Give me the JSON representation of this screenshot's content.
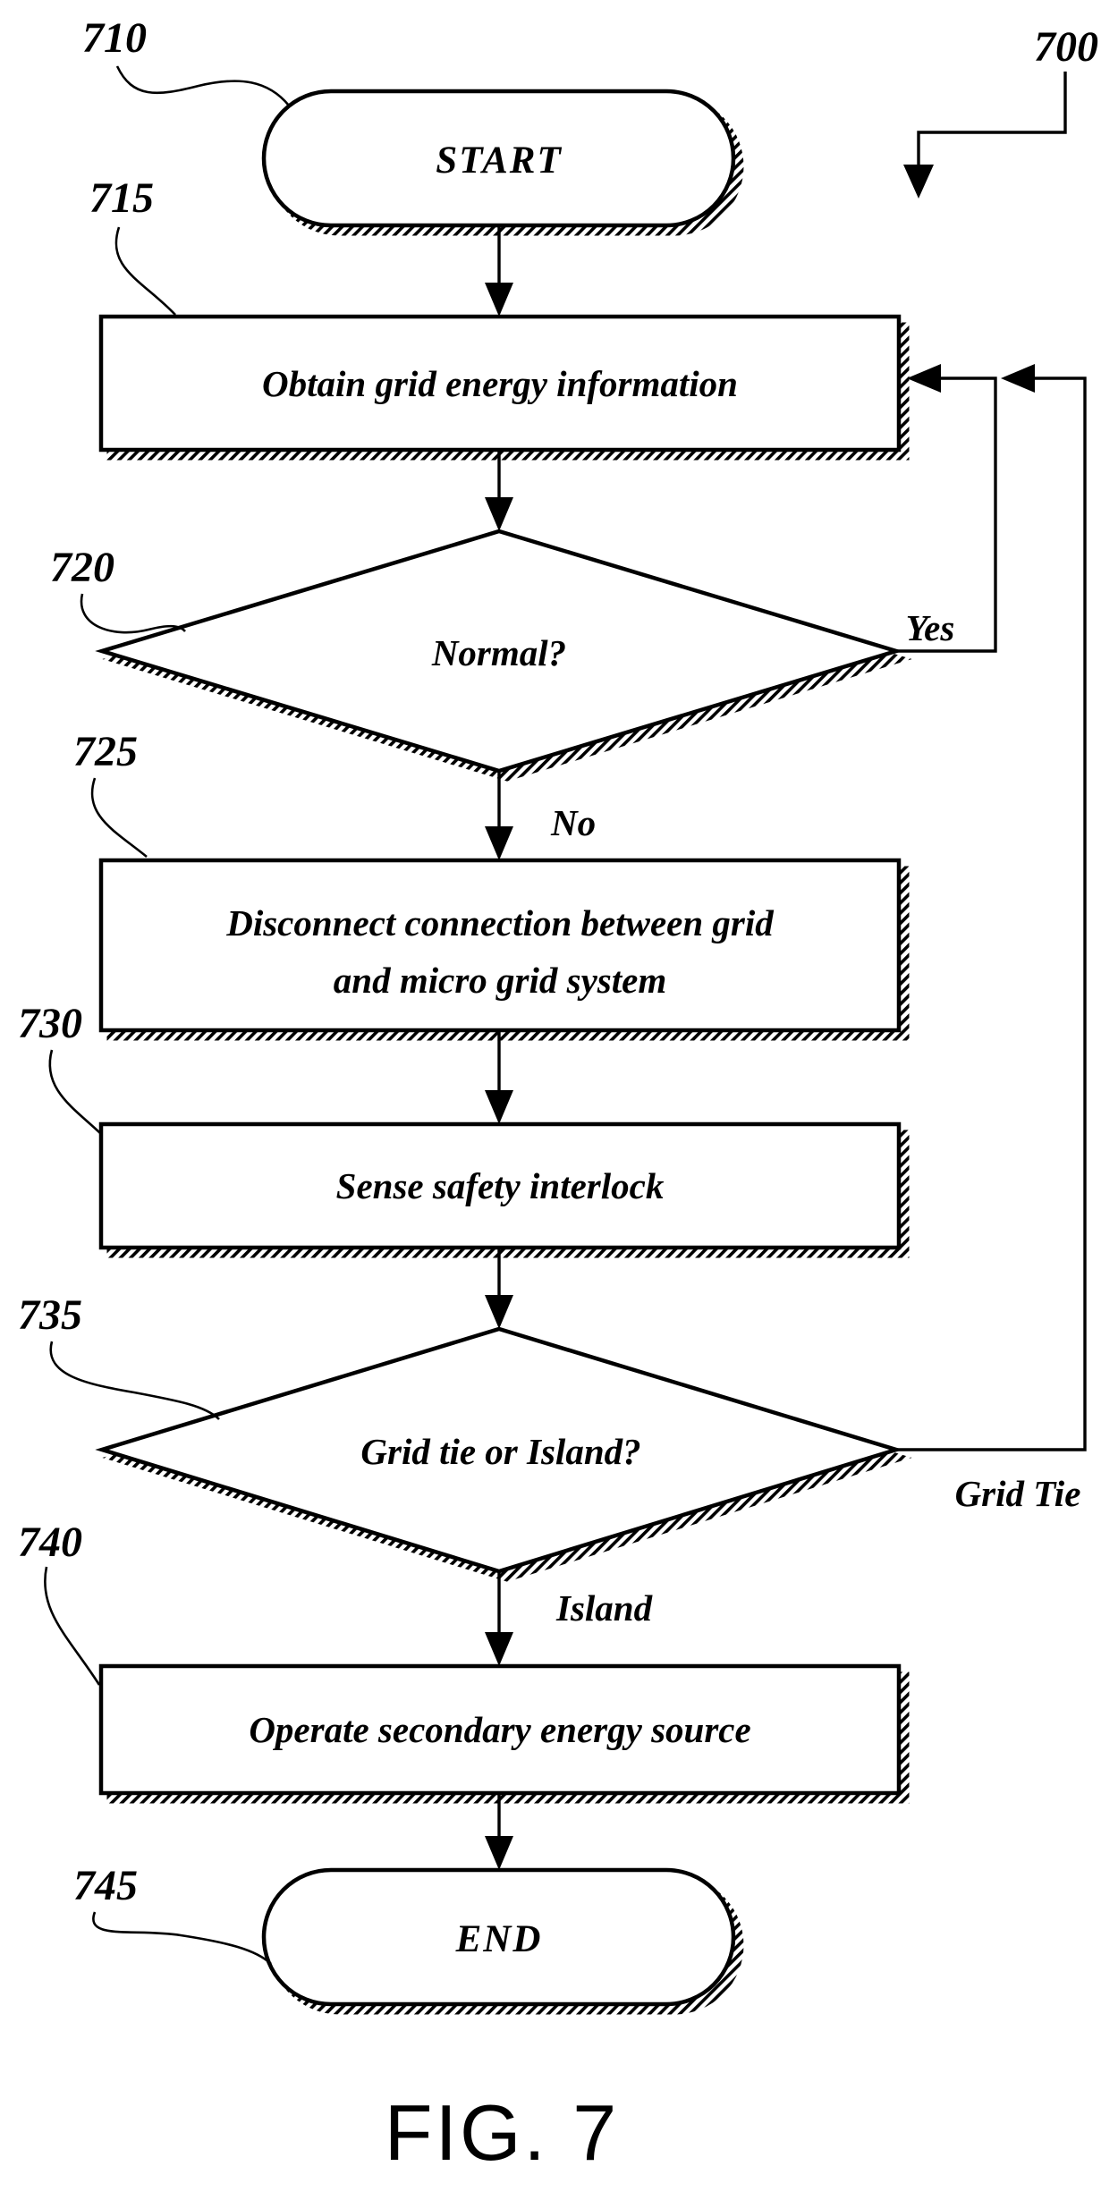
{
  "figure": {
    "caption": "FIG. 7",
    "flow_ref": "700"
  },
  "nodes": {
    "start": {
      "ref": "710",
      "label": "START"
    },
    "obtain": {
      "ref": "715",
      "label": "Obtain grid energy information"
    },
    "normal": {
      "ref": "720",
      "label": "Normal?"
    },
    "disconnect": {
      "ref": "725",
      "label_line1": "Disconnect connection between grid",
      "label_line2": "and micro grid system"
    },
    "sense": {
      "ref": "730",
      "label": "Sense safety interlock"
    },
    "grid_tie_q": {
      "ref": "735",
      "label": "Grid tie or Island?"
    },
    "operate": {
      "ref": "740",
      "label": "Operate secondary energy source"
    },
    "end": {
      "ref": "745",
      "label": "END"
    }
  },
  "branches": {
    "yes": "Yes",
    "no": "No",
    "grid_tie": "Grid Tie",
    "island": "Island"
  },
  "colors": {
    "ink": "#000000",
    "paper": "#ffffff"
  }
}
